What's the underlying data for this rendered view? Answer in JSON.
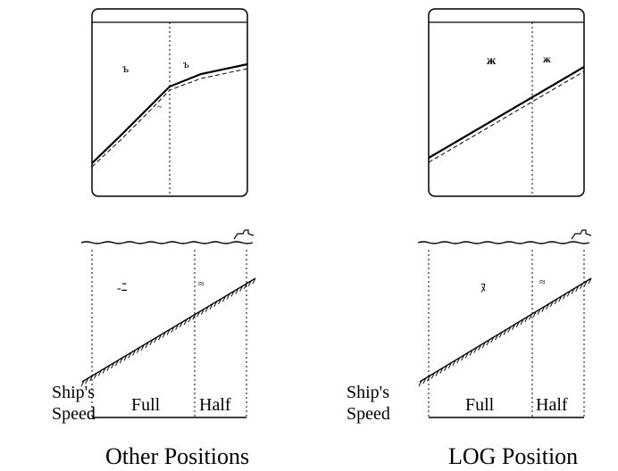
{
  "panels": [
    {
      "id": "other",
      "caption": "Other Positions",
      "ship_label_line1": "Ship's",
      "ship_label_line2": "Speed",
      "full_label": "Full",
      "half_label": "Half"
    },
    {
      "id": "log",
      "caption": "LOG Position",
      "ship_label_line1": "Ship's",
      "ship_label_line2": "Speed",
      "full_label": "Full",
      "half_label": "Half"
    }
  ],
  "colors": {
    "ink": "#000000",
    "background": "#ffffff"
  }
}
